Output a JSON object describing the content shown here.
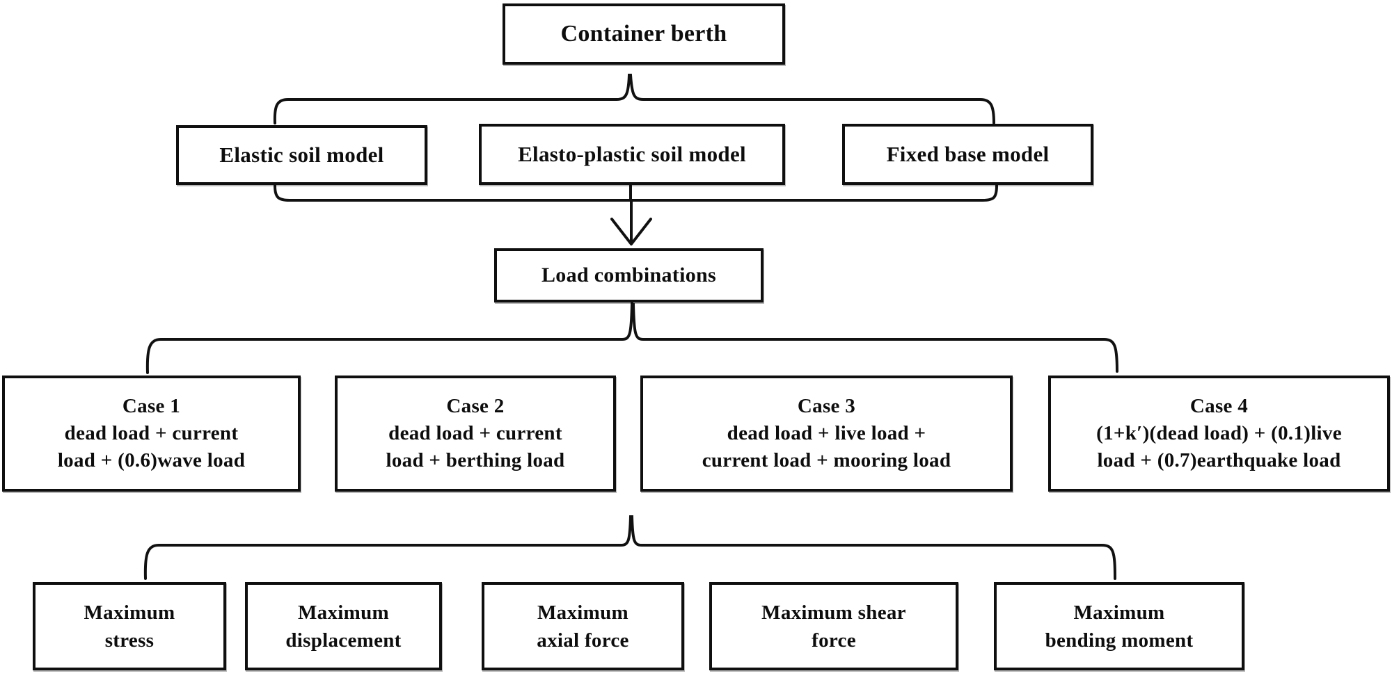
{
  "diagram": {
    "title_node": {
      "label": "Container berth"
    },
    "models": [
      {
        "label": "Elastic soil model"
      },
      {
        "label": "Elasto-plastic soil model"
      },
      {
        "label": "Fixed base model"
      }
    ],
    "load_combinations": {
      "label": "Load combinations"
    },
    "cases": [
      {
        "title": "Case 1",
        "line1": "dead load + current",
        "line2": "load + (0.6)wave load"
      },
      {
        "title": "Case 2",
        "line1": "dead load + current",
        "line2": "load + berthing load"
      },
      {
        "title": "Case 3",
        "line1": "dead load + live load +",
        "line2": "current load + mooring load"
      },
      {
        "title": "Case 4",
        "line1": "(1+k′)(dead load) + (0.1)live",
        "line2": "load + (0.7)earthquake load"
      }
    ],
    "outputs": [
      {
        "line1": "Maximum",
        "line2": "stress"
      },
      {
        "line1": "Maximum",
        "line2": "displacement"
      },
      {
        "line1": "Maximum",
        "line2": "axial force"
      },
      {
        "line1": "Maximum shear",
        "line2": "force"
      },
      {
        "line1": "Maximum",
        "line2": "bending moment"
      }
    ],
    "colors": {
      "line": "#111111",
      "box_border": "#0f0f0f",
      "text": "#0d0d0d",
      "background": "#ffffff"
    }
  }
}
